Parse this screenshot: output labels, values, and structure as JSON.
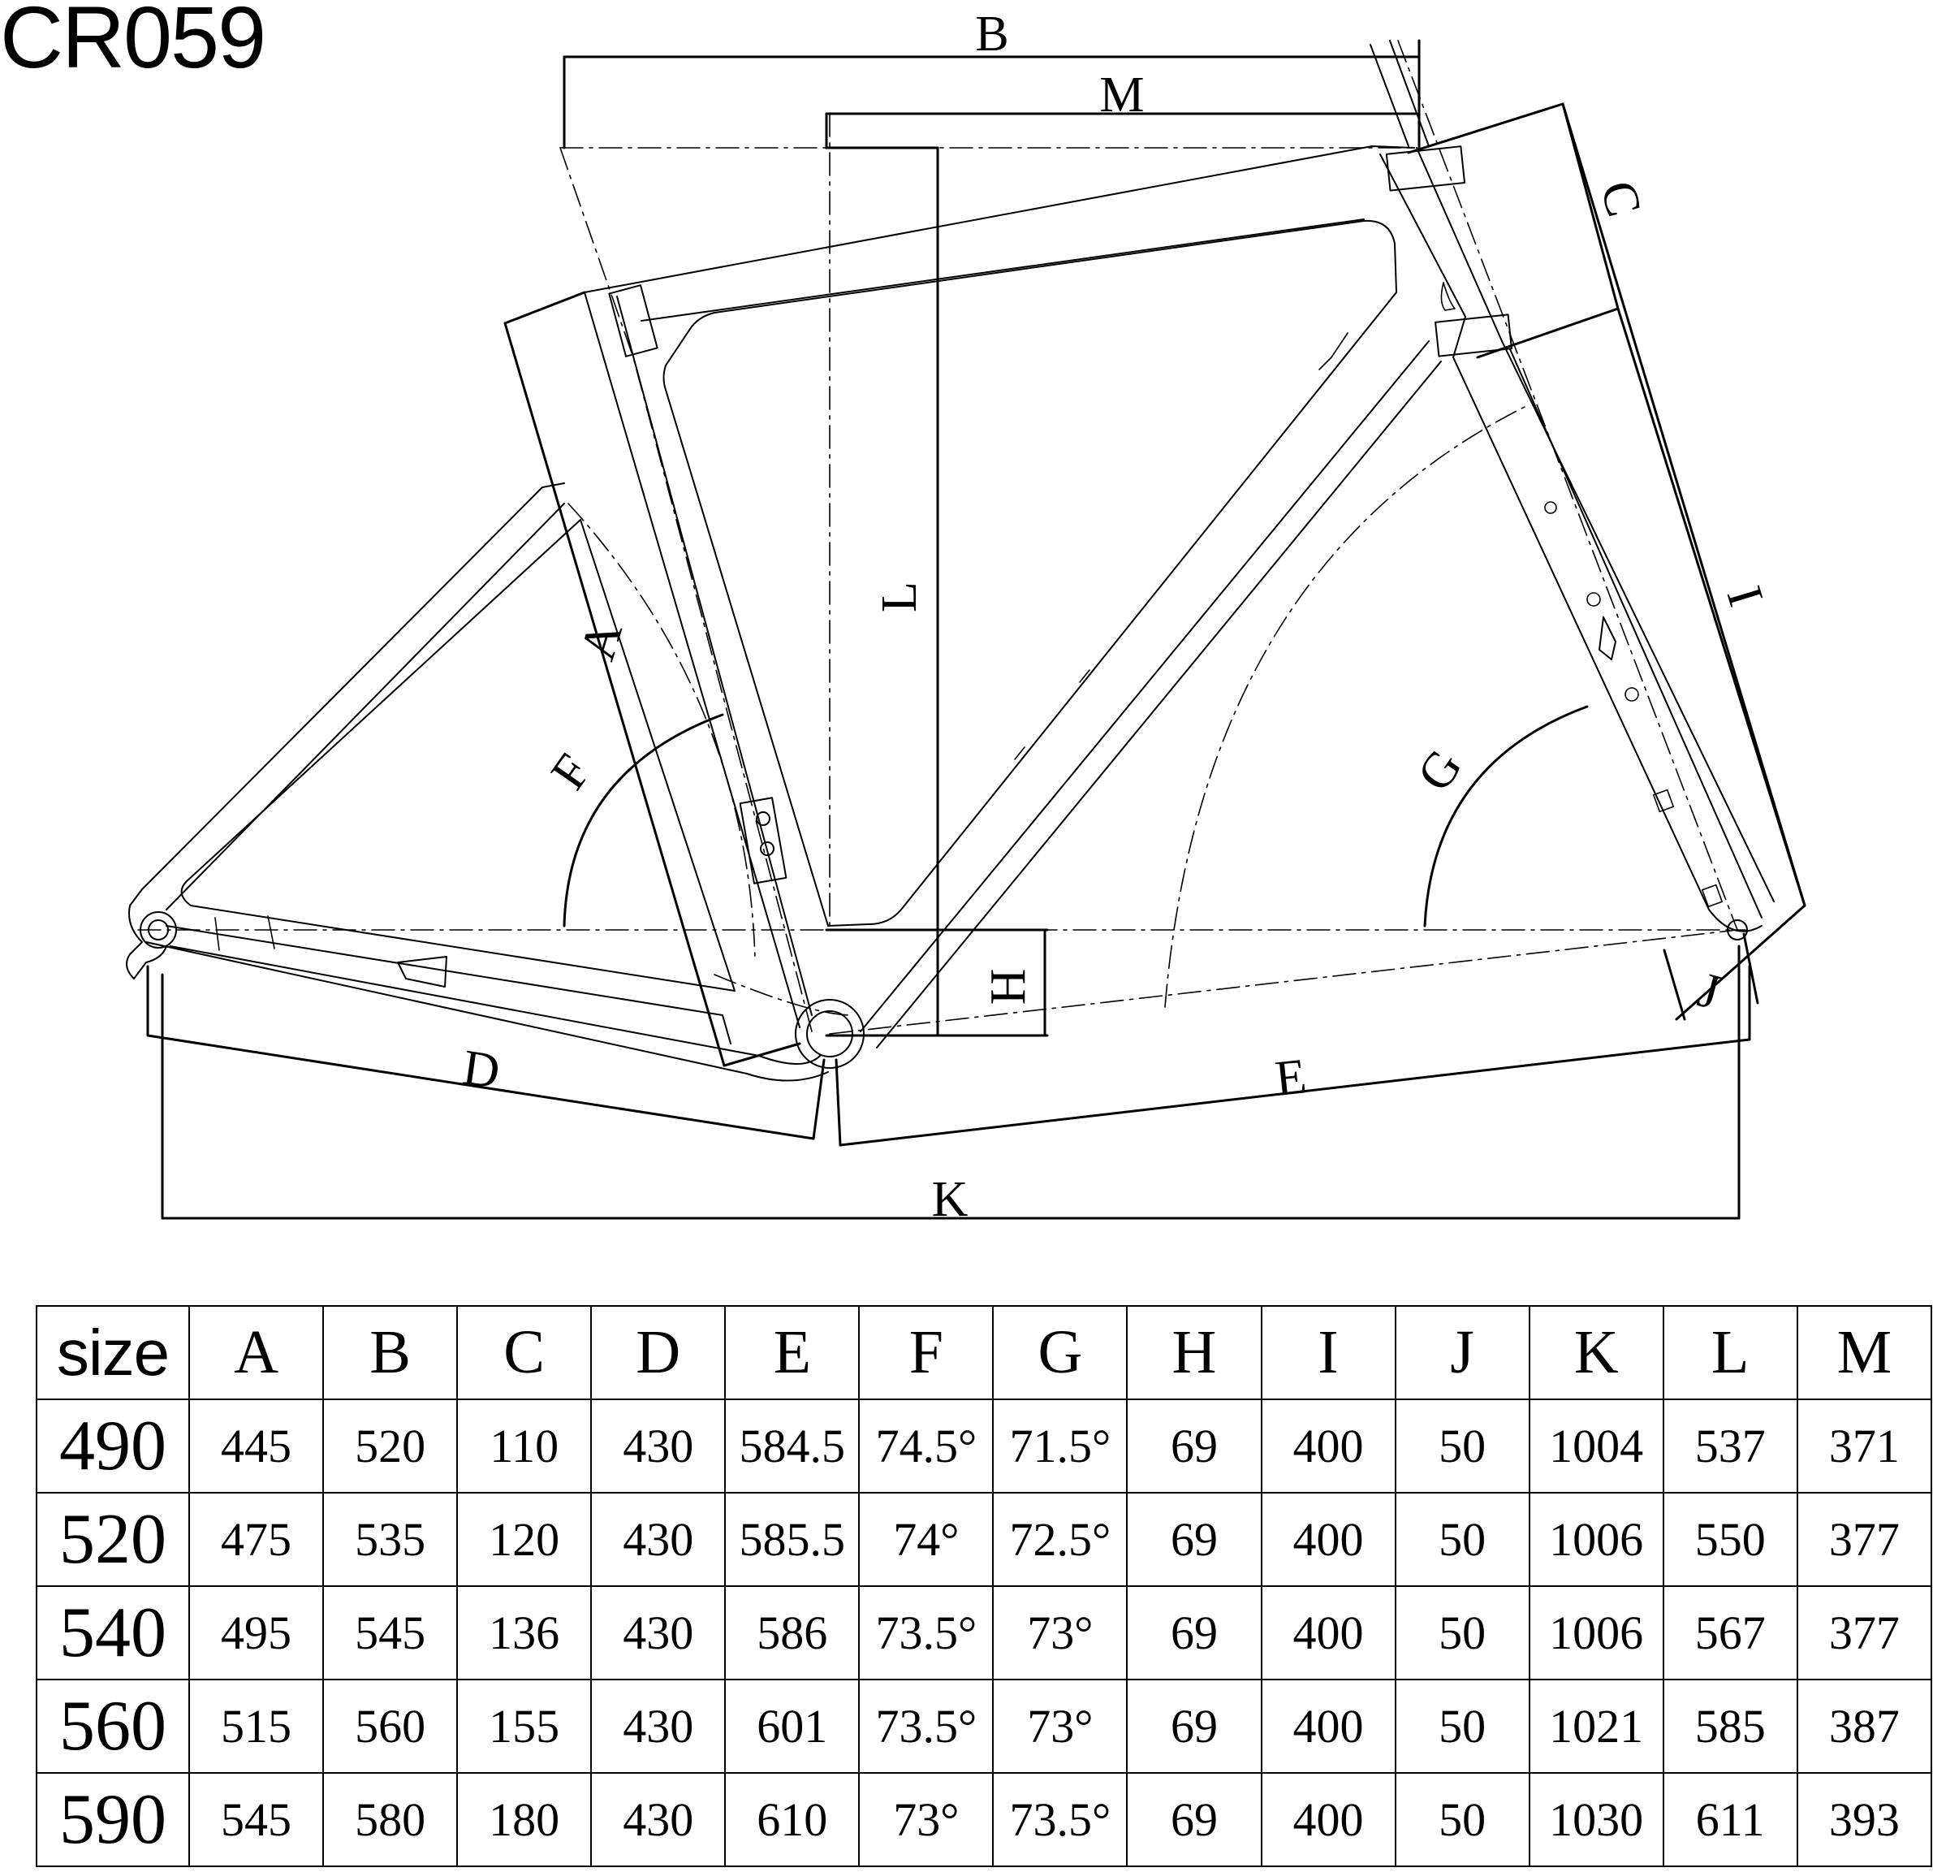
{
  "title": "CR059",
  "diagram": {
    "labels": [
      "A",
      "B",
      "C",
      "D",
      "E",
      "F",
      "G",
      "H",
      "I",
      "J",
      "K",
      "L",
      "M"
    ]
  },
  "table": {
    "headers": [
      "size",
      "A",
      "B",
      "C",
      "D",
      "E",
      "F",
      "G",
      "H",
      "I",
      "J",
      "K",
      "L",
      "M"
    ],
    "rows": [
      [
        "490",
        "445",
        "520",
        "110",
        "430",
        "584.5",
        "74.5°",
        "71.5°",
        "69",
        "400",
        "50",
        "1004",
        "537",
        "371"
      ],
      [
        "520",
        "475",
        "535",
        "120",
        "430",
        "585.5",
        "74°",
        "72.5°",
        "69",
        "400",
        "50",
        "1006",
        "550",
        "377"
      ],
      [
        "540",
        "495",
        "545",
        "136",
        "430",
        "586",
        "73.5°",
        "73°",
        "69",
        "400",
        "50",
        "1006",
        "567",
        "377"
      ],
      [
        "560",
        "515",
        "560",
        "155",
        "430",
        "601",
        "73.5°",
        "73°",
        "69",
        "400",
        "50",
        "1021",
        "585",
        "387"
      ],
      [
        "590",
        "545",
        "580",
        "180",
        "430",
        "610",
        "73°",
        "73.5°",
        "69",
        "400",
        "50",
        "1030",
        "611",
        "393"
      ]
    ]
  }
}
